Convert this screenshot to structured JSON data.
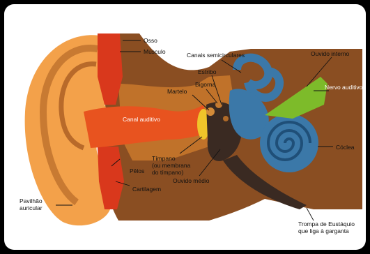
{
  "labels": {
    "osso": "Osso",
    "musculo": "Músculo",
    "canais_semicirculares": "Canais semicirculares",
    "ouvido_interno": "Ouvido interno",
    "estribo": "Estribo",
    "bigorna": "Bigorna",
    "martelo": "Martelo",
    "nervo_auditivo": "Nervo auditivo",
    "canal_auditivo": "Canal auditivo",
    "timpano_1": "Tímpano",
    "timpano_2": "(ou membrana",
    "timpano_3": "do tímpano)",
    "pelos": "Pêlos",
    "ouvido_medio": "Ouvido médio",
    "coclea": "Cóclea",
    "cartilagem": "Cartilagem",
    "pavilhao_1": "Pavilhão",
    "pavilhao_2": "auricular",
    "trompa_1": "Trompa de Eustáquio",
    "trompa_2": "que liga à garganta"
  },
  "colors": {
    "background": "#000000",
    "panel": "#ffffff",
    "outer_ear": "#f3a14a",
    "skin_tissue": "#c0722a",
    "bone_brown": "#8a4e22",
    "ear_canal": "#e8531f",
    "cartilage": "#d9381c",
    "inner_ear_blue": "#3b78a8",
    "nerve_green": "#7dbb2a",
    "dark_cavity": "#3a2a22"
  }
}
